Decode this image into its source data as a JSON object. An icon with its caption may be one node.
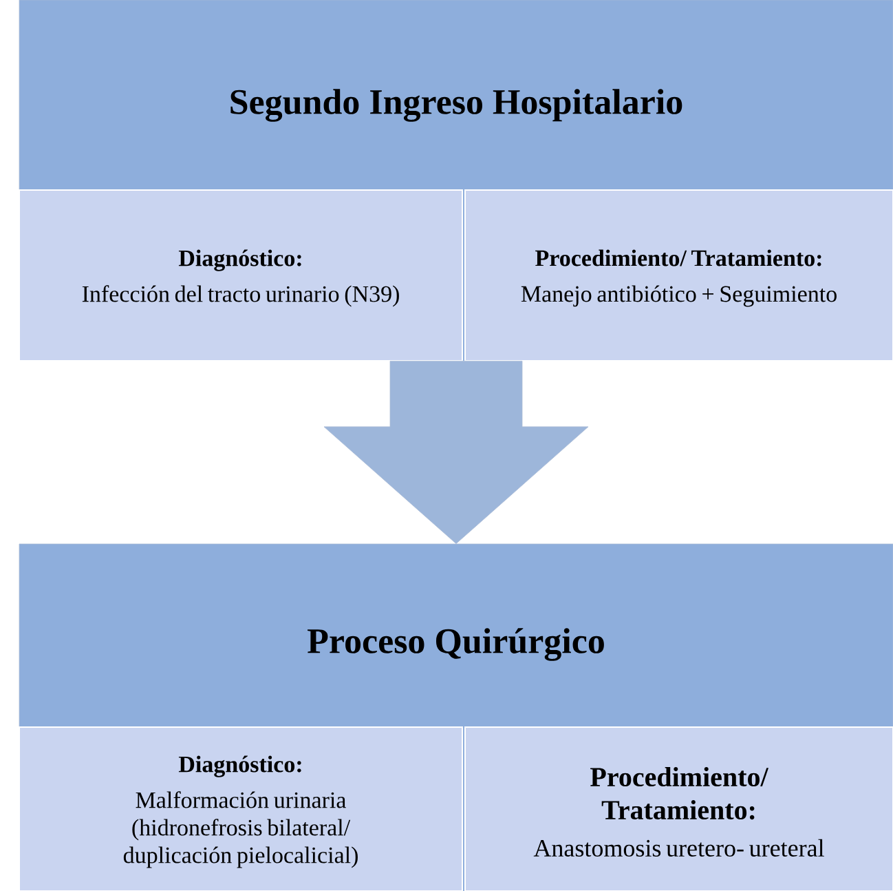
{
  "diagram": {
    "nodes": [
      {
        "text": [
          "Segundo Ingreso Hospitalario"
        ]
      },
      {
        "text": [
          "Diagnóstico:",
          "Infección del tracto urinario (N39)"
        ],
        "in": 0
      },
      {
        "text": [
          "Procedimiento/ Tratamiento:",
          "Manejo antibiótico + Seguimiento"
        ],
        "in": 0
      },
      {
        "text": [
          "Proceso Quirúrgico"
        ]
      },
      {
        "text": [
          "Diagnóstico:",
          "Malformación urinaria (hidronefrosis bilateral/ duplicación pielocalicial)"
        ],
        "in": 3
      },
      {
        "text": [
          "Procedimiento/ Tratamiento:",
          "Anastomosis uretero- ureteral"
        ],
        "in": 3
      }
    ],
    "edges": [
      {
        "from": 0,
        "to": 3,
        "arrow": "to"
      }
    ]
  }
}
